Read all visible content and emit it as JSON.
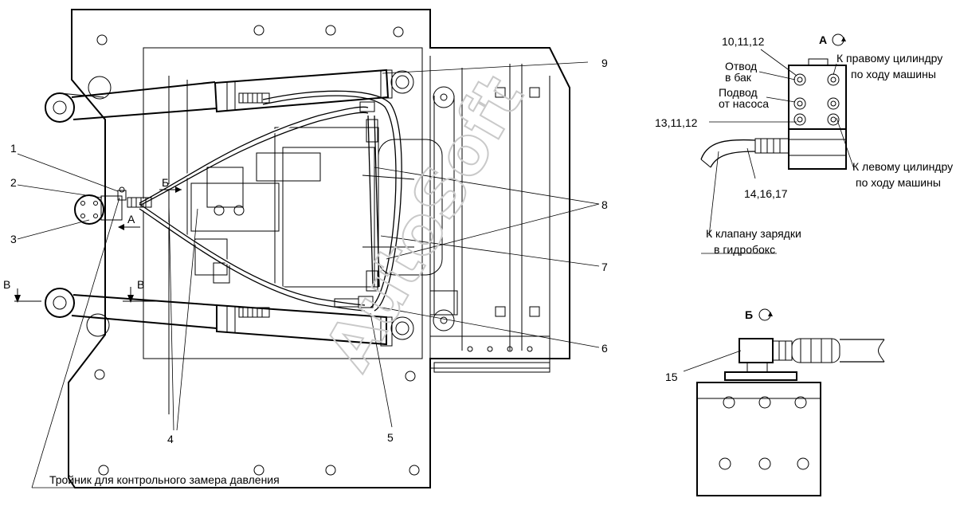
{
  "callouts": {
    "c1": "1",
    "c2": "2",
    "c3": "3",
    "c4": "4",
    "c5": "5",
    "c6": "6",
    "c7": "7",
    "c8": "8",
    "c9": "9",
    "c10_11_12": "10,11,12",
    "c13_11_12": "13,11,12",
    "c14_16_17": "14,16,17",
    "c15": "15"
  },
  "view_marks": {
    "A_arrow": "A",
    "B_arrow": "Б",
    "V_left": "В",
    "V_right": "В",
    "A_view_title": "А",
    "B_view_title": "Б"
  },
  "notes": {
    "drain_line1": "Отвод",
    "drain_line2": "в бак",
    "supply_line1": "Подвод",
    "supply_line2": "от насоса",
    "right_cyl_line1": "К правому цилиндру",
    "right_cyl_line2": "по ходу машины",
    "left_cyl_line1": "К левому цилиндру",
    "left_cyl_line2": "по ходу машины",
    "valve_line1": "К клапану зарядки",
    "valve_line2": "в гидробокс",
    "tee_note": "Тройник для контрольного замера давления"
  },
  "watermark": "AutoSoft"
}
